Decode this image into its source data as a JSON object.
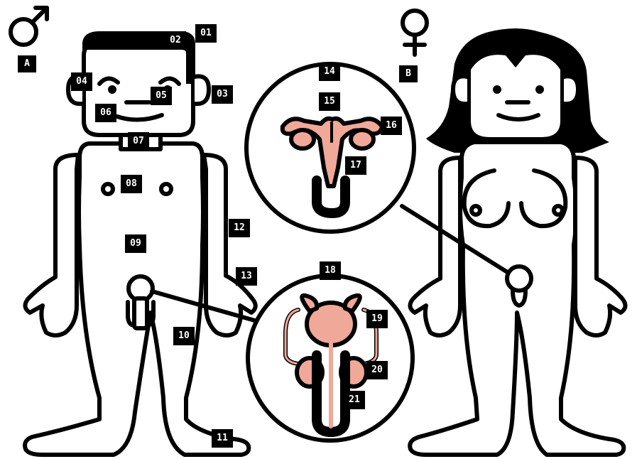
{
  "colors": {
    "ink": "#000000",
    "paper": "#ffffff",
    "organ": "#f0a898"
  },
  "sexes": [
    {
      "symbol": "male-symbol",
      "label": "A"
    },
    {
      "symbol": "female-symbol",
      "label": "B"
    }
  ],
  "labels": {
    "l01": "01",
    "l02": "02",
    "l03": "03",
    "l04": "04",
    "l05": "05",
    "l06": "06",
    "l07": "07",
    "l08": "08",
    "l09": "09",
    "l10": "10",
    "l11": "11",
    "l12": "12",
    "l13": "13",
    "l14": "14",
    "l15": "15",
    "l16": "16",
    "l17": "17",
    "l18": "18",
    "l19": "19",
    "l20": "20",
    "l21": "21"
  }
}
